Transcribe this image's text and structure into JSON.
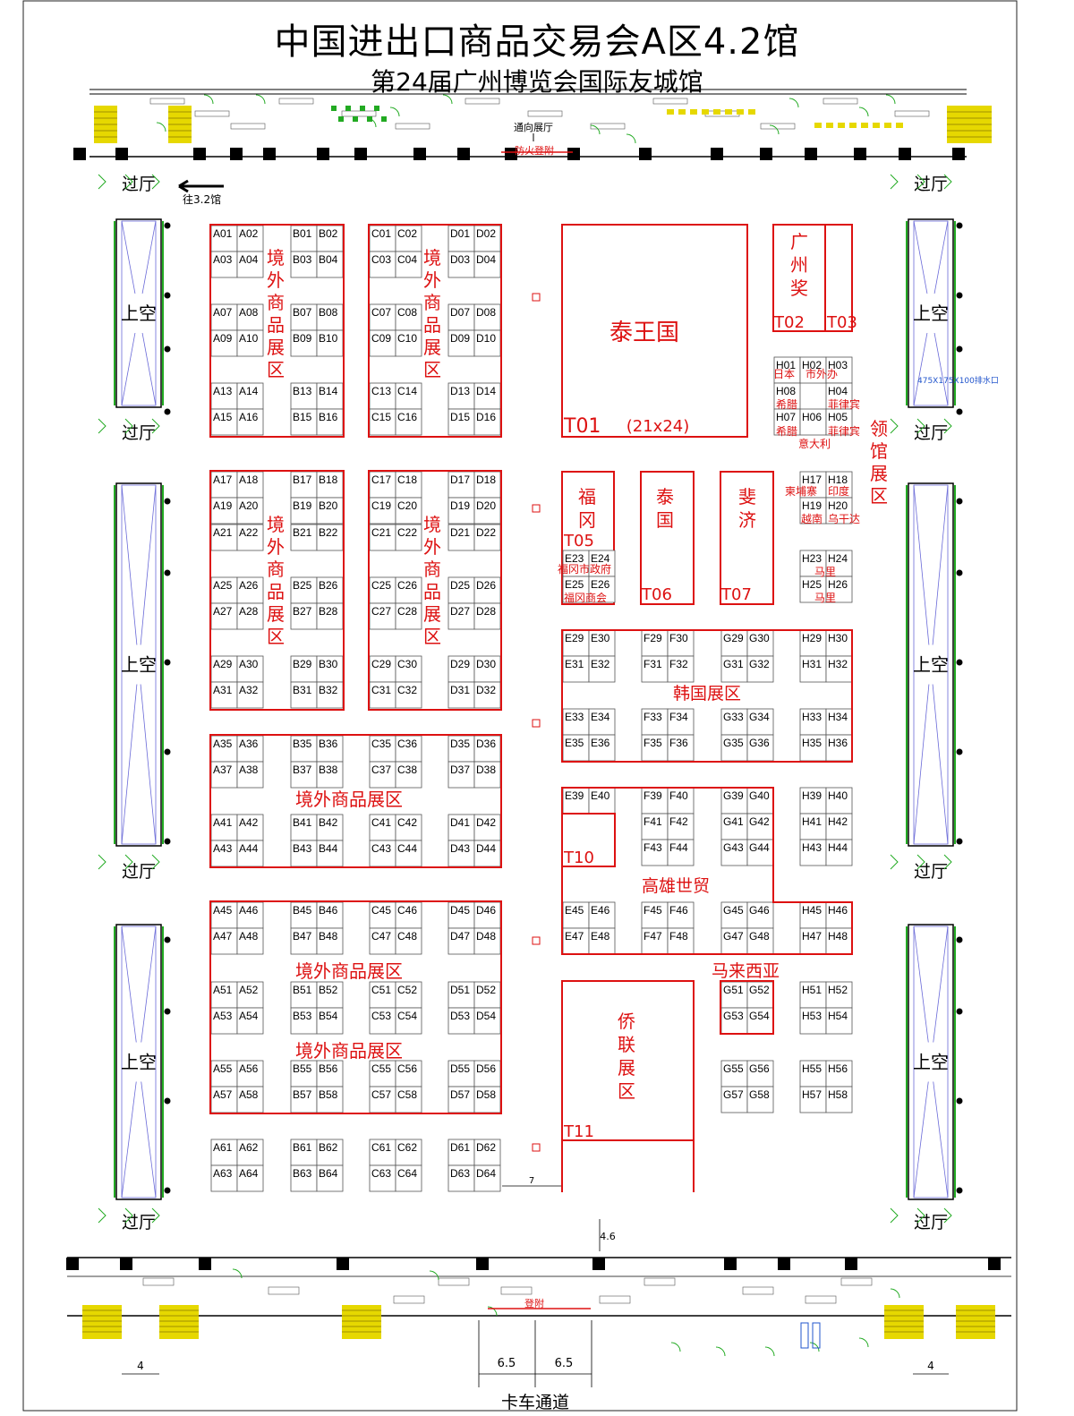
{
  "title": "中国进出口商品交易会A区4.2馆",
  "subtitle": "第24届广州博览会国际友城馆",
  "colors": {
    "booth_red": "#dd1111",
    "grid": "#555555",
    "wall": "#111111",
    "green": "#22aa22",
    "yellow": "#e6d800",
    "blue": "#2255cc"
  },
  "labels": {
    "to_hall": "通向展厅",
    "fire_stair": "防火登附",
    "to_32": "往3.2馆",
    "corridor": "过厅",
    "void": "上空",
    "drain": "475X175X100排水口",
    "truck": "卡车通道",
    "stair_bottom": "登附",
    "dim_7": "7",
    "dim_46": "4.6",
    "dim_4": "4",
    "dim_65": "6.5"
  },
  "zones": {
    "foreign": "境外商品展区",
    "thailand_king": "泰王国",
    "t01_size": "(21x24)",
    "guangzhou_award": "广州奖",
    "fugang": "福冈",
    "thailand": "泰国",
    "fiji": "斐济",
    "korea": "韩国展区",
    "kaohsiung": "高雄世贸",
    "malaysia": "马来西亚",
    "overseas_chinese": "侨联展区",
    "consulate": "领馆展区",
    "fugang_gov": "福冈市政府",
    "fugang_chamber": "福冈商会",
    "japan": "日本",
    "city_foreign": "市外办",
    "greece": "希腊",
    "philippines": "菲律宾",
    "italy": "意大利",
    "cambodia": "柬埔寨",
    "india": "印度",
    "vietnam": "越南",
    "uganda": "乌干达",
    "mali": "马里"
  },
  "special_booths": [
    "T01",
    "T02",
    "T03",
    "T05",
    "T06",
    "T07",
    "T10",
    "T11"
  ]
}
